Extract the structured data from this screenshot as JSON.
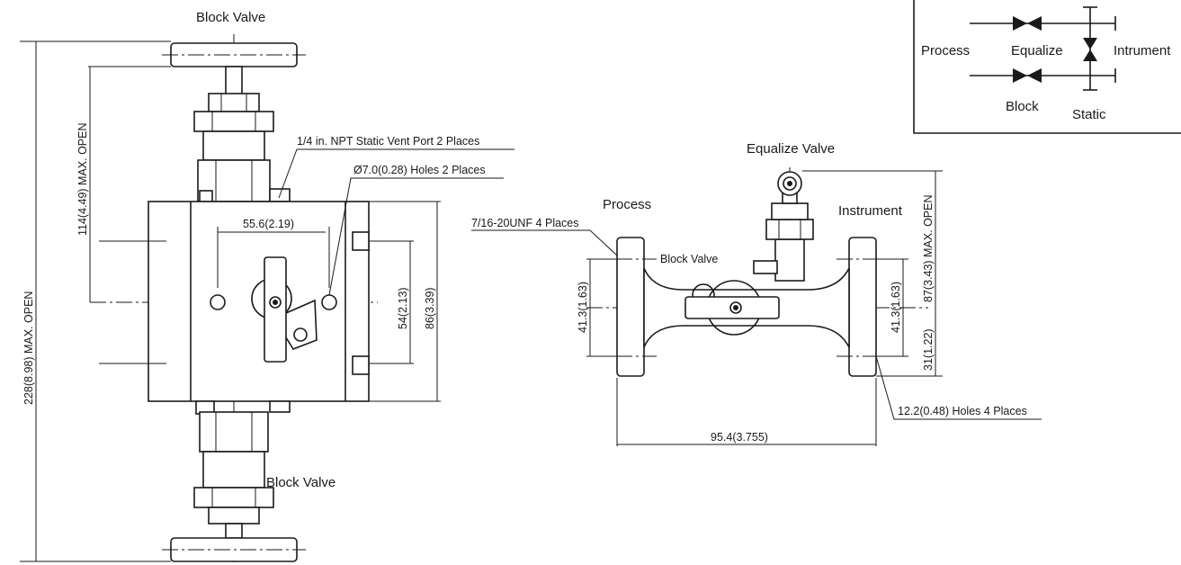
{
  "front_view": {
    "top_block_valve": "Block Valve",
    "bottom_block_valve": "Block Valve",
    "dim_overall_height": "228(8.98) MAX. OPEN",
    "dim_half_height": "114(4.49) MAX. OPEN",
    "dim_vent_port": "1/4 in. NPT Static Vent Port 2 Places",
    "dim_holes": "Ø7.0(0.28) Holes 2 Places",
    "dim_hole_spacing": "55.6(2.19)",
    "dim_port_spacing": "54(2.13)",
    "dim_body_height": "86(3.39)"
  },
  "side_view": {
    "equalize_valve": "Equalize Valve",
    "process_label": "Process",
    "instrument_label": "Instrument",
    "block_valve": "Block Valve",
    "dim_flange_bolts": "7/16-20UNF 4 Places",
    "dim_left_flange": "41.3(1.63)",
    "dim_right_flange": "41.3(1.63)",
    "dim_equalize_height": "87(3.43) MAX. OPEN",
    "dim_lower_height": "31(1.22)",
    "dim_holes": "12.2(0.48) Holes 4 Places",
    "dim_overall_width": "95.4(3.755)"
  },
  "schematic": {
    "process": "Process",
    "equalize": "Equalize",
    "instrument": "Intrument",
    "block": "Block",
    "static": "Static"
  }
}
